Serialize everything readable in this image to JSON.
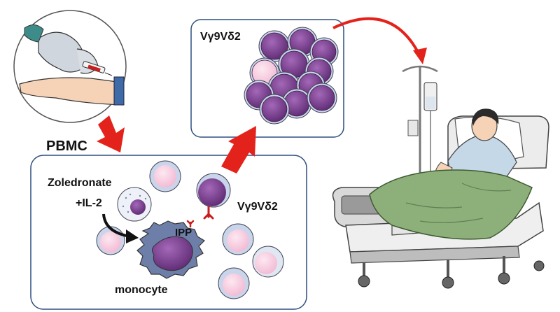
{
  "labels": {
    "pbmc": "PBMC",
    "vg_top": "Vγ9Vδ2",
    "vg_mid": "Vγ9Vδ2",
    "zoledronate": "Zoledronate",
    "il2": "+IL-2",
    "ipp": "IPP",
    "monocyte": "monocyte"
  },
  "colors": {
    "arrow_red": "#e3231b",
    "box_border": "#2f4f7f",
    "cell_purple": "#7a3e8f",
    "cell_pink": "#f7d2e4",
    "cell_rim": "#c9d5ea",
    "blanket_green": "#8db07a",
    "monocyte_blue": "#6d7fa8"
  },
  "icons": [
    "blood-draw-icon",
    "iv-drip-icon",
    "hospital-bed-icon",
    "patient-icon"
  ]
}
